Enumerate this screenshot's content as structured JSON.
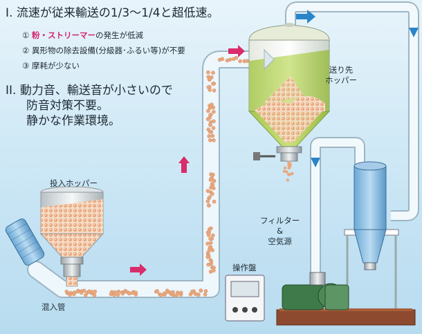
{
  "heading1": {
    "num": "I.",
    "text": "流速が従来輸送の1/3〜1/4と超低速。"
  },
  "points": [
    {
      "num": "①",
      "hl": "粉・ストリーマー",
      "text": "の発生が低減"
    },
    {
      "num": "②",
      "text": "異形物の除去設備(分級器･ふるい等)が不要"
    },
    {
      "num": "③",
      "text": "摩耗が少ない"
    }
  ],
  "heading2": {
    "num": "II.",
    "lines": [
      "動力音、輸送音が小さいので",
      "防音対策不要。",
      "静かな作業環境。"
    ]
  },
  "labels": {
    "receiver": [
      "送り先",
      "ホッパー"
    ],
    "feed_hopper": "投入ホッパー",
    "pipe": "混入管",
    "panel": "操作盤",
    "filter": [
      "フィルター",
      "&",
      "空気源"
    ]
  },
  "colors": {
    "pipe": "#eef7fc",
    "pellet": "#e9a77d",
    "tank": "#b8d466",
    "flow_arrow": "#d92c6a",
    "air_arrow": "#2a84c8"
  }
}
